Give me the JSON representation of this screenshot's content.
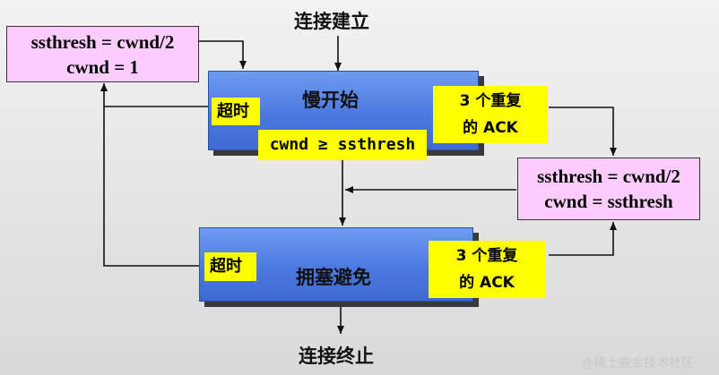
{
  "diagram": {
    "start_label": "连接建立",
    "end_label": "连接终止",
    "reset_box": {
      "line1": "ssthresh = cwnd/2",
      "line2": "cwnd = 1"
    },
    "fastrecovery_box": {
      "line1": "ssthresh = cwnd/2",
      "line2": "cwnd = ssthresh"
    },
    "slow_start": {
      "title": "慢开始",
      "timeout_label": "超时",
      "dupack_line1": "3 个重复",
      "dupack_line2": "的 ACK",
      "transition_label": "cwnd ≥ ssthresh"
    },
    "congestion_avoidance": {
      "title": "拥塞避免",
      "timeout_label": "超时",
      "dupack_line1": "3 个重复",
      "dupack_line2": "的 ACK"
    }
  },
  "watermark": "@稀土掘金技术社区"
}
